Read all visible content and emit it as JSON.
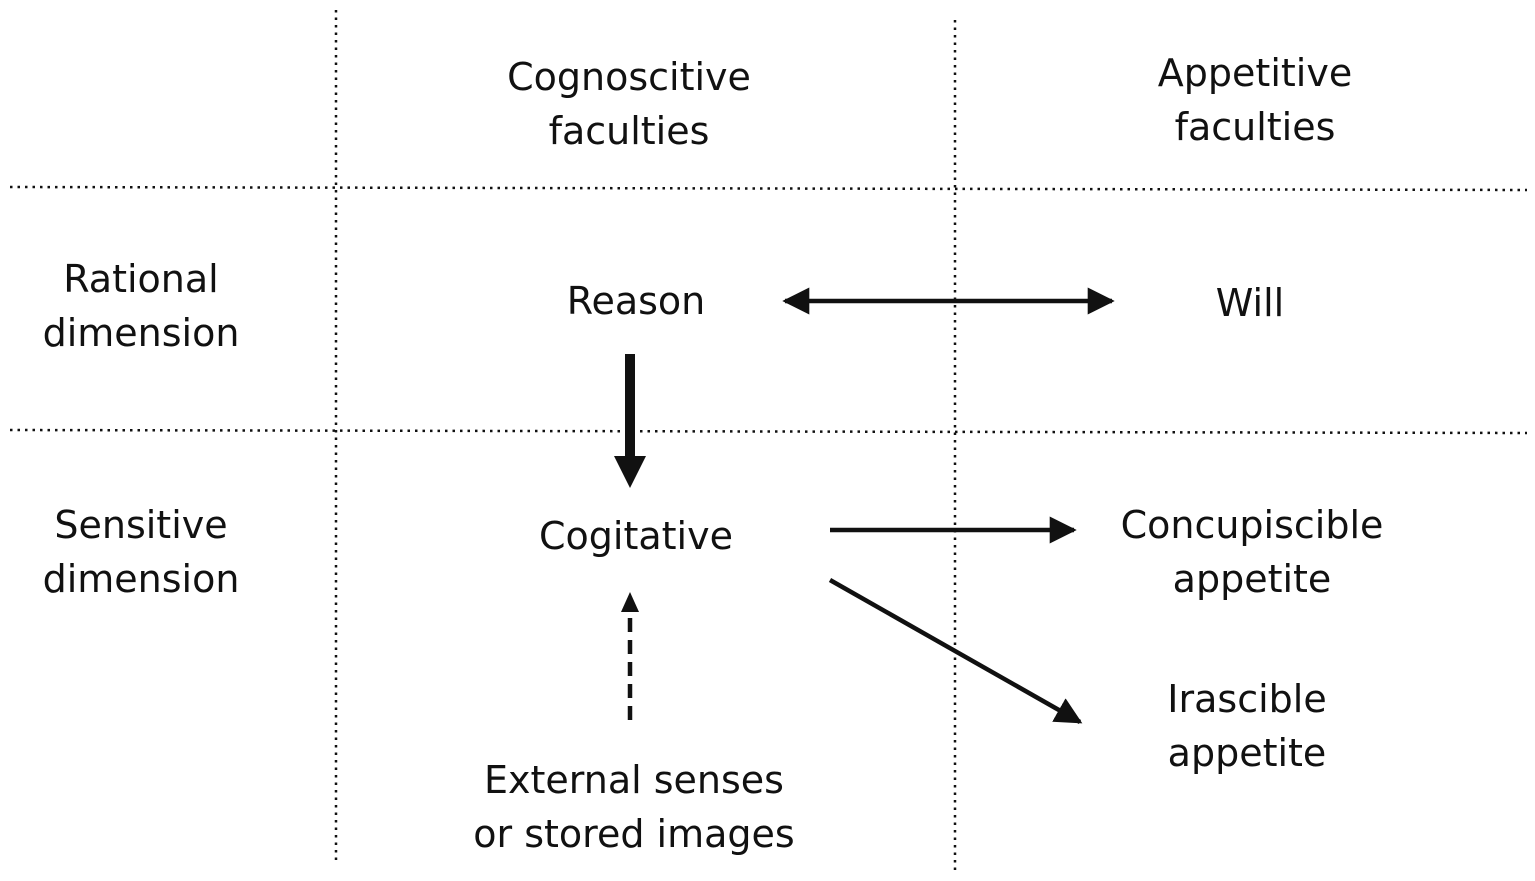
{
  "columns": {
    "cognoscitive": [
      "Cognoscitive",
      "faculties"
    ],
    "appetitive": [
      "Appetitive",
      "faculties"
    ]
  },
  "rows": {
    "rational": [
      "Rational",
      "dimension"
    ],
    "sensitive": [
      "Sensitive",
      "dimension"
    ]
  },
  "nodes": {
    "reason": "Reason",
    "will": "Will",
    "cogitative": "Cogitative",
    "concupiscible": [
      "Concupiscible",
      "appetite"
    ],
    "irascible": [
      "Irascible",
      "appetite"
    ],
    "external": [
      "External senses",
      "or stored images"
    ]
  },
  "colors": {
    "ink": "#111111",
    "background": "#ffffff"
  }
}
